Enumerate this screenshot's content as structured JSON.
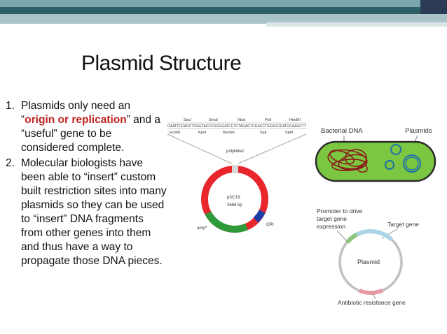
{
  "slide": {
    "title": "Plasmid Structure",
    "items": [
      {
        "num": "1.",
        "text_before": "Plasmids only need an “",
        "highlight": "origin or replication",
        "text_after": "” and a “useful” gene to be considered complete."
      },
      {
        "num": "2.",
        "text": "Molecular biologists have been able to “insert” custom built restriction sites into many plasmids so they can be used to “insert” DNA fragments from other genes into them and thus have a way to propagate those DNA pieces."
      }
    ]
  },
  "puc19": {
    "sites_top": [
      "SacI",
      "SmaI",
      "XbaI",
      "PstI",
      "HindIII"
    ],
    "sequence": "GAATTCGAGCTCGGTACCCGGGGATCCTCTAGAGTCGACCTGCAGGCATGCAAGCTT",
    "sites_bottom": [
      "EcoRI",
      "KpnI",
      "BamHI",
      "SalI",
      "SphI"
    ],
    "polylinker": "polylinker",
    "name": "pUC19",
    "size": "2686 bp",
    "amp": "amp",
    "amp_sup": "R",
    "ori": "ORI",
    "colors": {
      "red": "#e8262b",
      "green": "#2e9a3a",
      "blue": "#1e3fa8"
    }
  },
  "bacteria": {
    "label_dna": "Bacterial DNA",
    "label_plasmids": "Plasmids",
    "colors": {
      "cell": "#7bc742",
      "outline": "#2b2b2b",
      "dna": "#8b1a1a",
      "plasmid": "#1f6fa8"
    }
  },
  "vector": {
    "label_promoter": "Promoter to drive target gene expression",
    "label_target": "Target gene",
    "label_center": "Plasmid",
    "label_antibiotic": "Antibiotic resistance gene",
    "colors": {
      "promoter": "#8cc37d",
      "target": "#aad4e6",
      "antibiotic": "#e79aa5"
    }
  }
}
